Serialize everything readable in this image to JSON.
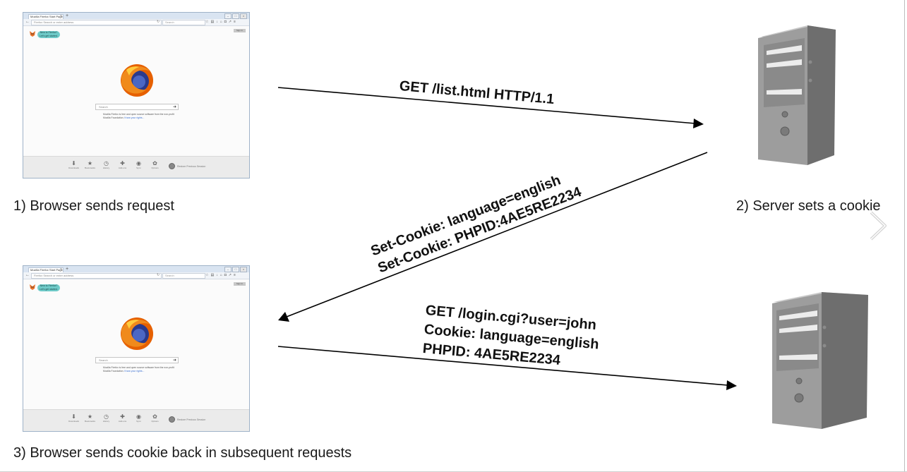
{
  "steps": {
    "step1": "1) Browser sends request",
    "step2": "2) Server sets a cookie",
    "step3": "3) Browser sends cookie back in subsequent requests"
  },
  "messages": {
    "request1": "GET /list.html HTTP/1.1",
    "set_cookie_1": "Set-Cookie: language=english",
    "set_cookie_2": "Set-Cookie: PHPID:4AE5RE2234",
    "request2_line1": "GET /login.cgi?user=john",
    "request2_line2": "Cookie: language=english",
    "request2_line3": "PHPID: 4AE5RE2234"
  },
  "browser": {
    "tab_title": "Mozilla Firefox Start Page",
    "new_tab": "+",
    "url_placeholder": "Firefox  Search or enter address",
    "search_placeholder": "Search",
    "bubble_text": "New to Firefox? Let's get started.",
    "signin": "Sign In",
    "start_search_placeholder": "Search",
    "note": "Mozilla Firefox is free and open source software from the non-profit Mozilla Foundation.",
    "note_link": "Know your rights...",
    "bottom_items": [
      "Downloads",
      "Bookmarks",
      "History",
      "Add-ons",
      "Sync",
      "Options"
    ],
    "bottom_icons": [
      "download-icon",
      "star-icon",
      "clock-icon",
      "puzzle-icon",
      "sync-icon",
      "gear-icon"
    ],
    "restore_label": "Restore Previous Session"
  },
  "colors": {
    "arrow": "#000000",
    "server_front": "#9d9d9d",
    "server_side": "#6e6e6e",
    "firefox_orange": "#e66000",
    "firefox_blue": "#2a3a8c"
  }
}
